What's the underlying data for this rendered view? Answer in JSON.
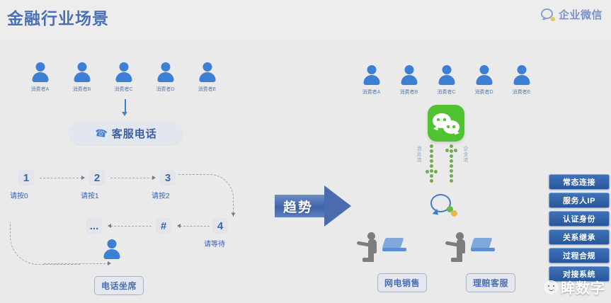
{
  "header": {
    "title": "金融行业场景",
    "brand": "企业微信",
    "brand_icon": "speech-bubble-icon"
  },
  "left_panel": {
    "consumers": [
      {
        "label": "消费者A"
      },
      {
        "label": "消费者B"
      },
      {
        "label": "消费者C"
      },
      {
        "label": "消费者D"
      },
      {
        "label": "消费者E"
      }
    ],
    "hotline": {
      "label": "客服电话",
      "icon": "phone-icon"
    },
    "ivr_keys": [
      {
        "key": "1",
        "caption": "请按0"
      },
      {
        "key": "2",
        "caption": "请按1"
      },
      {
        "key": "3",
        "caption": "请按2"
      },
      {
        "key": "...",
        "caption": ""
      },
      {
        "key": "#",
        "caption": ""
      },
      {
        "key": "4",
        "caption": "请等待"
      }
    ],
    "agent_box": "电话坐席"
  },
  "center": {
    "trend_label": "趋势",
    "trend_icon": "right-arrow-icon"
  },
  "right_panel": {
    "consumers": [
      {
        "label": "消费者A"
      },
      {
        "label": "消费者B"
      },
      {
        "label": "消费者C"
      },
      {
        "label": "消费者D"
      },
      {
        "label": "消费者E"
      }
    ],
    "wechat_icon": "wechat-logo-icon",
    "flow_labels": {
      "left": "消息流",
      "right": "企业流"
    },
    "work_wechat_icon": "work-wechat-logo-icon",
    "roles": [
      {
        "label": "网电销售",
        "icon": "agent-at-desk-icon"
      },
      {
        "label": "理赔客服",
        "icon": "agent-at-desk-icon"
      }
    ],
    "features": [
      {
        "label": "常态连接"
      },
      {
        "label": "服务人IP"
      },
      {
        "label": "认证身份"
      },
      {
        "label": "关系继承"
      },
      {
        "label": "过程合规"
      },
      {
        "label": "对接系统"
      }
    ]
  },
  "watermark": {
    "text": "眸数字",
    "icon": "smiley-face-icon"
  },
  "colors": {
    "background": "#eaeaea",
    "title_blue": "#4a6fb5",
    "person_blue": "#3d7fd4",
    "wechat_green": "#51c332",
    "button_blue": "#2a569a",
    "trend_blue": "#4a6cae"
  }
}
